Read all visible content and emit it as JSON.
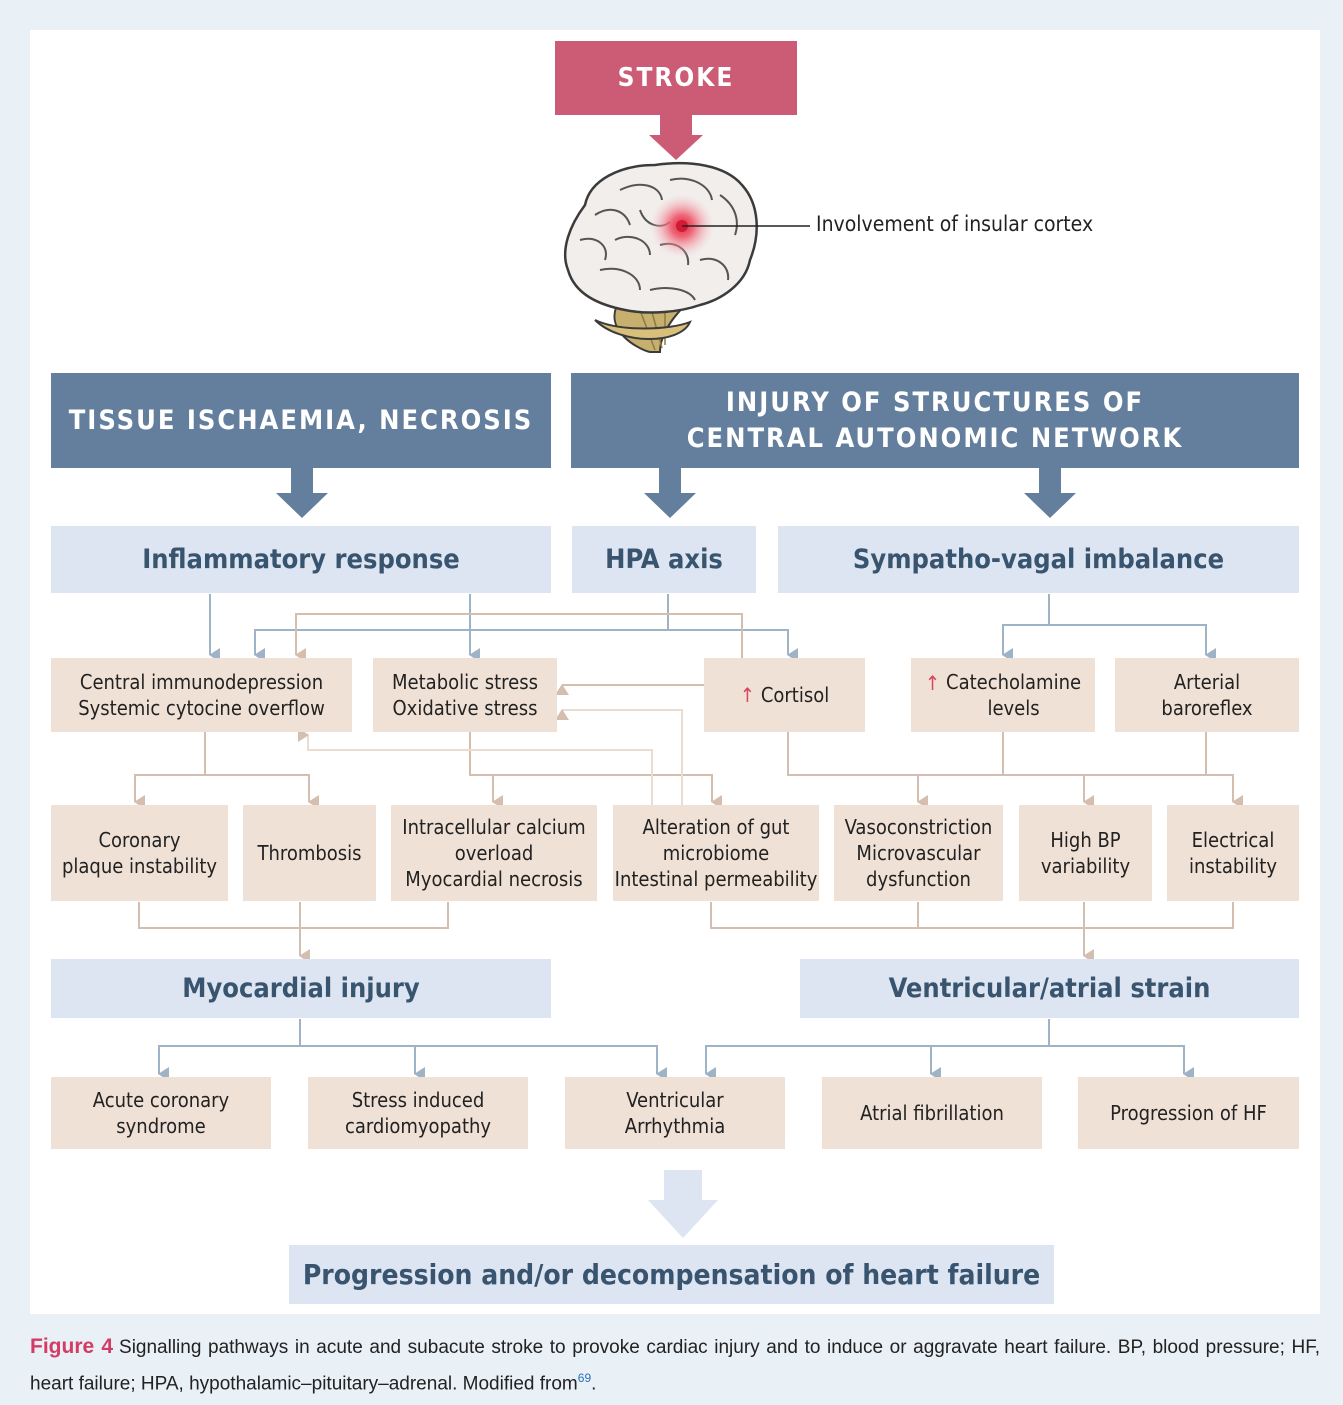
{
  "stroke": "STROKE",
  "insular_label": "Involvement of insular cortex",
  "headers": {
    "tissue": "TISSUE ISCHAEMIA, NECROSIS",
    "autonomic": "INJURY OF STRUCTURES OF\nCENTRAL AUTONOMIC NETWORK"
  },
  "level2": {
    "inflammatory": "Inflammatory response",
    "hpa": "HPA axis",
    "sympatho": "Sympatho-vagal imbalance"
  },
  "level3": {
    "central": "Central immunodepression\nSystemic cytocine overflow",
    "metabolic": "Metabolic stress\nOxidative stress",
    "cortisol": "Cortisol",
    "catecholamine": "Catecholamine\nlevels",
    "baroreflex": "Arterial\nbaroreflex"
  },
  "level4": {
    "coronary": "Coronary\nplaque instability",
    "thrombosis": "Thrombosis",
    "calcium": "Intracellular calcium\noverload\nMyocardial necrosis",
    "gut": "Alteration of gut\nmicrobiome\nIntestinal permeability",
    "vasoconstriction": "Vasoconstriction\nMicrovascular\ndysfunction",
    "bp": "High BP\nvariability",
    "electrical": "Electrical\ninstability"
  },
  "level5": {
    "myocardial": "Myocardial injury",
    "strain": "Ventricular/atrial strain"
  },
  "level6": {
    "acs": "Acute coronary\nsyndrome",
    "stress": "Stress induced\ncardiomyopathy",
    "arrhythmia": "Ventricular\nArrhythmia",
    "af": "Atrial fibrillation",
    "hf": "Progression of HF"
  },
  "final": "Progression and/or decompensation of heart failure",
  "caption": {
    "label": "Figure 4",
    "text": "Signalling pathways in acute and subacute stroke to provoke cardiac injury and to induce or aggravate heart failure. BP, blood pressure; HF, heart failure; HPA, hypothalamic–pituitary–adrenal. Modified from",
    "ref": "69",
    "end": "."
  },
  "colors": {
    "stroke": "#cc5b76",
    "header": "#637f9d",
    "light": "#dce5f1",
    "tan": "#f0e1d7",
    "blue_line": "#9fb3c6",
    "tan_line": "#d4beb0"
  }
}
